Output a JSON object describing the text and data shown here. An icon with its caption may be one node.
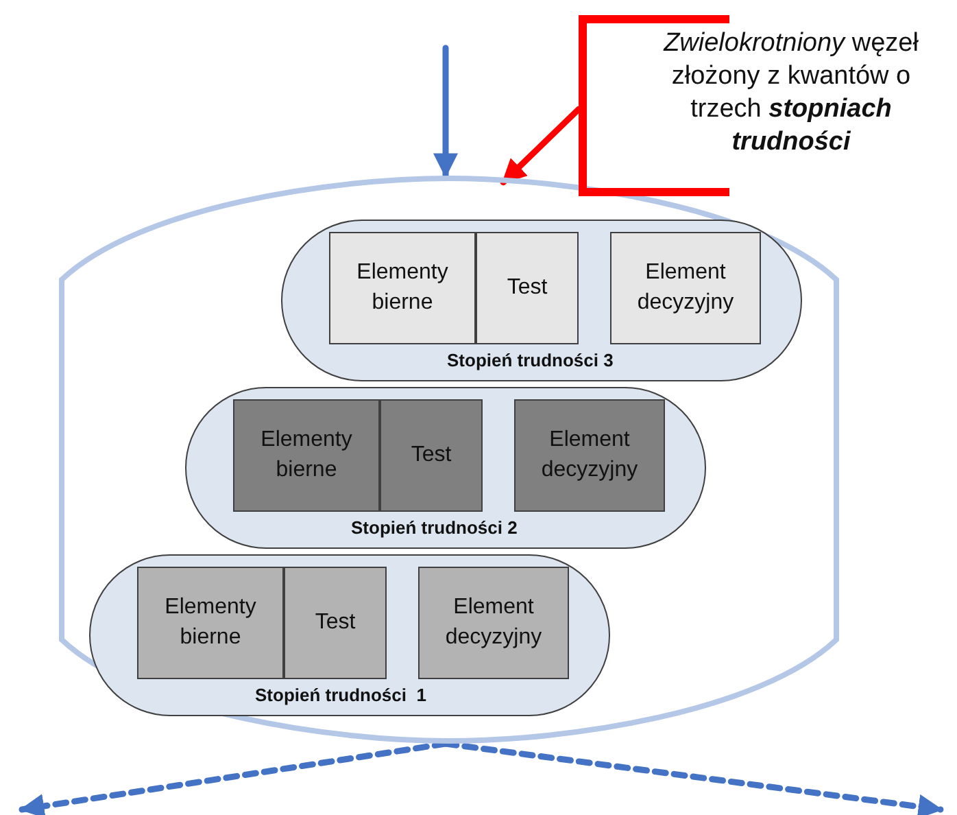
{
  "diagram": {
    "nodes": [
      {
        "text": [],
        "shape": "box"
      },
      {
        "text": [
          "Stopień trudności  1"
        ],
        "in": 0
      },
      {
        "text": [
          "Elementy bierne"
        ],
        "in": 1
      },
      {
        "text": [
          "Test"
        ],
        "in": 1
      },
      {
        "text": [
          "Element decyzyjny"
        ],
        "in": 1
      },
      {
        "text": [
          "Stopień trudności 2"
        ],
        "in": 0
      },
      {
        "text": [
          "Elementy bierne"
        ],
        "in": 5
      },
      {
        "text": [
          "Test"
        ],
        "in": 5
      },
      {
        "text": [
          "Element decyzyjny"
        ],
        "in": 5
      },
      {
        "text": [
          "Stopień trudności 3"
        ],
        "in": 0
      },
      {
        "text": [
          "Elementy bierne"
        ],
        "in": 9
      },
      {
        "text": [
          "Test"
        ],
        "in": 9
      },
      {
        "text": [
          "Element decyzyjny"
        ],
        "in": 9
      },
      {
        "text": [
          "*Zwielokrotniony* węzeł złożony z kwantów o trzech **stopniach trudności**"
        ]
      }
    ],
    "edges": [
      {
        "from": null,
        "to": 0,
        "arrow": "to"
      },
      {
        "from": 13,
        "to": 0,
        "arrow": "to",
        "color": "#ff0000"
      },
      {
        "from": 0,
        "to": null,
        "arrow": "to",
        "style": "dashed"
      },
      {
        "from": 0,
        "to": null,
        "arrow": "to",
        "style": "dashed"
      }
    ]
  }
}
